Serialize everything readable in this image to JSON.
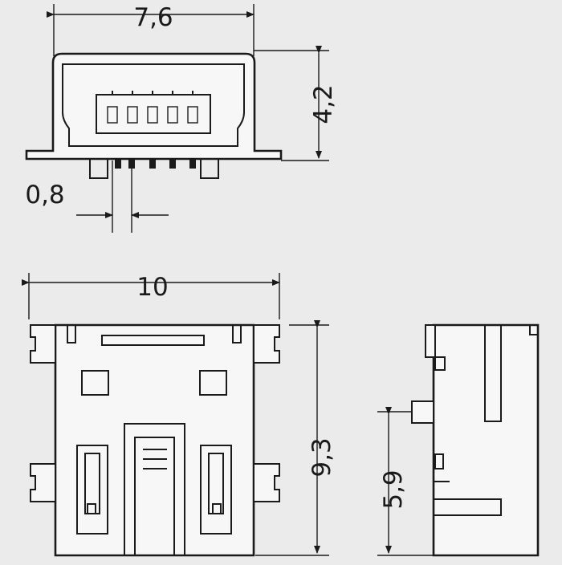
{
  "drawing": {
    "dimensions": {
      "top_width": "7,6",
      "top_height": "4,2",
      "pin_pitch": "0,8",
      "body_width": "10",
      "body_length": "9,3",
      "side_offset": "5,9"
    },
    "colors": {
      "background": "#ebebeb",
      "ink": "#1a1a1a",
      "fill": "#f7f7f7"
    }
  }
}
